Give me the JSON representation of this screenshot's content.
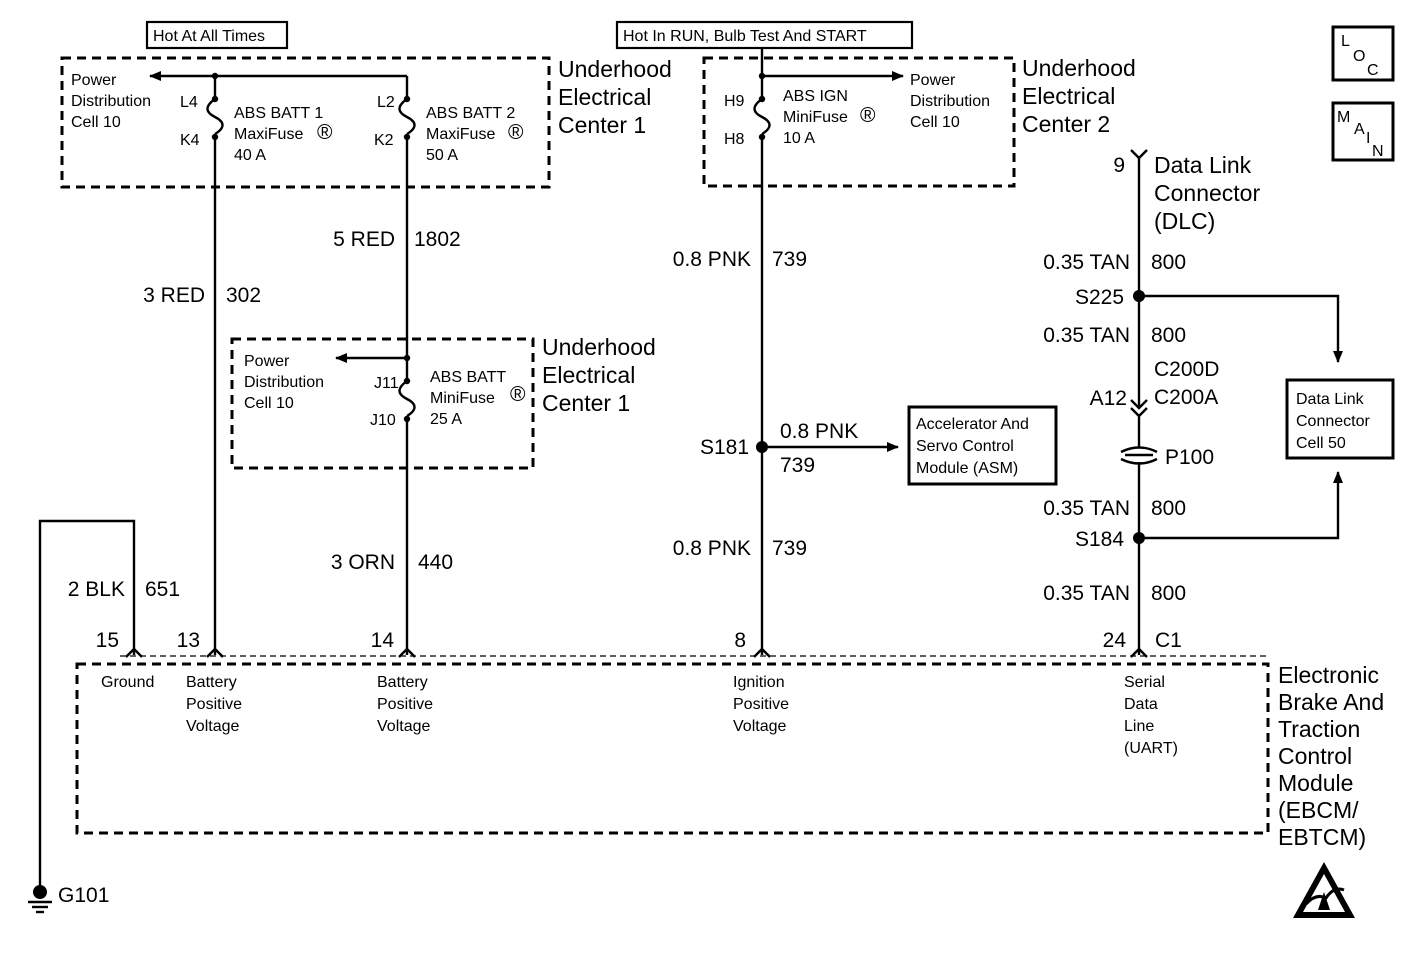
{
  "headers": {
    "hot_all_times": "Hot At All Times",
    "hot_run": "Hot In RUN, Bulb Test And START"
  },
  "nav": {
    "loc": [
      "L",
      "O",
      "C"
    ],
    "main": [
      "M",
      "A",
      "I",
      "N"
    ]
  },
  "uec1_top": {
    "title": [
      "Underhood",
      "Electrical",
      "Center 1"
    ],
    "pdc": [
      "Power",
      "Distribution",
      "Cell 10"
    ],
    "fuse1": {
      "in_pin": "L4",
      "out_pin": "K4",
      "name": "ABS BATT 1",
      "type": "MaxiFuse",
      "mark": "®",
      "rating": "40 A"
    },
    "fuse2": {
      "in_pin": "L2",
      "out_pin": "K2",
      "name": "ABS BATT 2",
      "type": "MaxiFuse",
      "mark": "®",
      "rating": "50 A"
    }
  },
  "uec2": {
    "title": [
      "Underhood",
      "Electrical",
      "Center 2"
    ],
    "pdc": [
      "Power",
      "Distribution",
      "Cell 10"
    ],
    "fuse": {
      "in_pin": "H9",
      "out_pin": "H8",
      "name": "ABS IGN",
      "type": "MiniFuse",
      "mark": "®",
      "rating": "10 A"
    }
  },
  "uec1_mid": {
    "title": [
      "Underhood",
      "Electrical",
      "Center 1"
    ],
    "pdc": [
      "Power",
      "Distribution",
      "Cell 10"
    ],
    "fuse": {
      "in_pin": "J11",
      "out_pin": "J10",
      "name": "ABS BATT",
      "type": "MiniFuse",
      "mark": "®",
      "rating": "25 A"
    }
  },
  "wires": {
    "w302": {
      "gauge": "3 RED",
      "circuit": "302"
    },
    "w1802": {
      "gauge": "5 RED",
      "circuit": "1802"
    },
    "w440": {
      "gauge": "3 ORN",
      "circuit": "440"
    },
    "w651": {
      "gauge": "2 BLK",
      "circuit": "651"
    },
    "w739_top": {
      "gauge": "0.8 PNK",
      "circuit": "739"
    },
    "w739_branch": {
      "gauge": "0.8 PNK",
      "circuit": "739"
    },
    "w739_bottom": {
      "gauge": "0.8 PNK",
      "circuit": "739"
    },
    "w800_1": {
      "gauge": "0.35 TAN",
      "circuit": "800"
    },
    "w800_2": {
      "gauge": "0.35 TAN",
      "circuit": "800"
    },
    "w800_3": {
      "gauge": "0.35 TAN",
      "circuit": "800"
    },
    "w800_4": {
      "gauge": "0.35 TAN",
      "circuit": "800"
    }
  },
  "splices": {
    "s181": "S181",
    "s225": "S225",
    "s184": "S184"
  },
  "asm": [
    "Accelerator And",
    "Servo Control",
    "Module (ASM)"
  ],
  "dlc": {
    "pin": "9",
    "title": [
      "Data Link",
      "Connector",
      "(DLC)"
    ]
  },
  "dlc_cell": [
    "Data Link",
    "Connector",
    "Cell 50"
  ],
  "c200": {
    "pin": "A12",
    "names": [
      "C200D",
      "C200A"
    ]
  },
  "p100": "P100",
  "ebcm": {
    "title": [
      "Electronic",
      "Brake And",
      "Traction",
      "Control",
      "Module",
      "(EBCM/",
      "EBTCM)"
    ],
    "connector": "C1",
    "pins": [
      {
        "num": "15",
        "label": [
          "Ground"
        ]
      },
      {
        "num": "13",
        "label": [
          "Battery",
          "Positive",
          "Voltage"
        ]
      },
      {
        "num": "14",
        "label": [
          "Battery",
          "Positive",
          "Voltage"
        ]
      },
      {
        "num": "8",
        "label": [
          "Ignition",
          "Positive",
          "Voltage"
        ]
      },
      {
        "num": "24",
        "label": [
          "Serial",
          "Data",
          "Line",
          "(UART)"
        ]
      }
    ]
  },
  "ground": "G101"
}
